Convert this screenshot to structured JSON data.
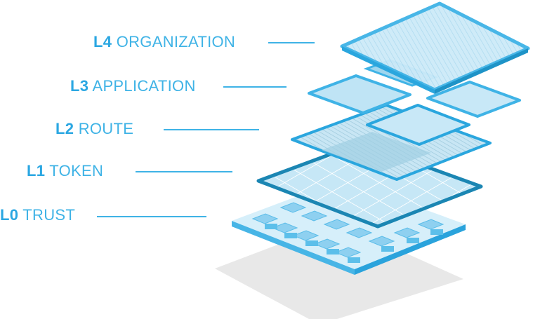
{
  "layers": [
    {
      "code": "L4",
      "name": "ORGANIZATION"
    },
    {
      "code": "L3",
      "name": "APPLICATION"
    },
    {
      "code": "L2",
      "name": "ROUTE"
    },
    {
      "code": "L1",
      "name": "TOKEN"
    },
    {
      "code": "L0",
      "name": "TRUST"
    }
  ],
  "colors": {
    "label": "#3fb3e6",
    "edge": "#2aa6de",
    "edge_dark": "#1b86b3",
    "fill": "#bfe6f7",
    "shadow": "#e6e6e6"
  }
}
